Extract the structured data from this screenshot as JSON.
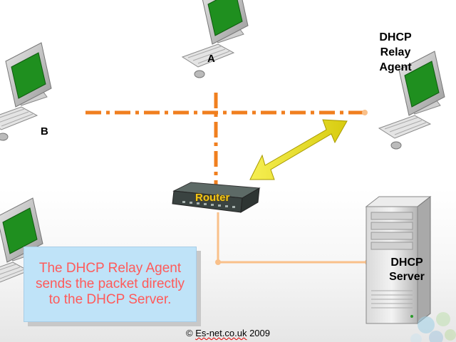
{
  "nodes": {
    "pc_a": "A",
    "pc_b": "B",
    "relay_agent": [
      "DHCP",
      "Relay",
      "Agent"
    ],
    "router": "Router",
    "server": [
      "DHCP",
      "Server"
    ]
  },
  "callout_text": "The DHCP Relay Agent sends the packet directly to the DHCP Server.",
  "footer": {
    "prefix": "© ",
    "site": "Es-net.co.uk",
    "year": " 2009"
  },
  "colors": {
    "network_line": "#f07f1f",
    "server_link": "#f9c08a",
    "arrow": "#e6dd19",
    "screen": "#1f8f1f",
    "callout_bg": "#bfe3f8",
    "callout_text": "#ff5a5a",
    "router_label": "#f3c515"
  },
  "icons": [
    "computer-icon",
    "router-icon",
    "server-icon",
    "double-arrow-icon"
  ]
}
